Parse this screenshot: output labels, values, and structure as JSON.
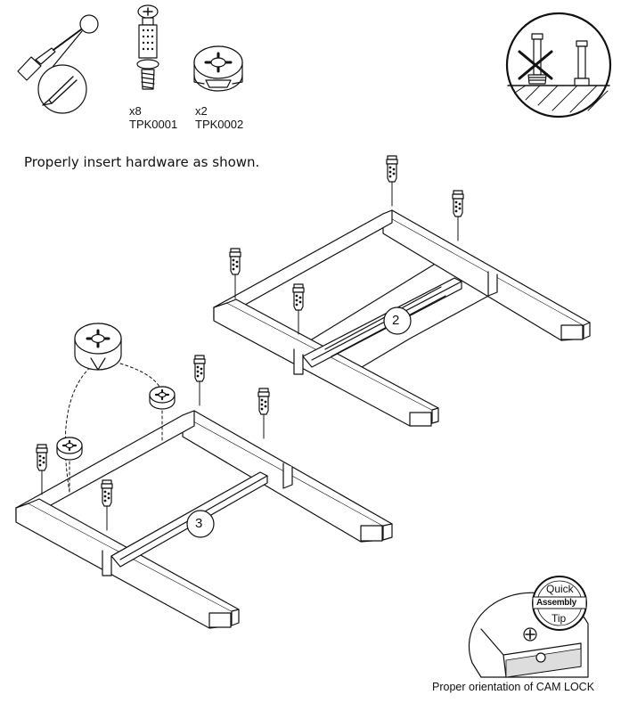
{
  "instruction": "Properly insert hardware as shown.",
  "hardware": [
    {
      "qty": "x8",
      "part": "TPK0001",
      "icon": "cam-bolt-icon"
    },
    {
      "qty": "x2",
      "part": "TPK0002",
      "icon": "cam-lock-icon"
    }
  ],
  "step_numbers": [
    "2",
    "3"
  ],
  "tip_badge": {
    "line1": "Quick",
    "line2": "Assembly",
    "line3": "Tip"
  },
  "tip_caption": "Proper orientation of CAM LOCK",
  "icons": [
    "screwdriver-icon",
    "no-overtighten-warning-icon"
  ]
}
